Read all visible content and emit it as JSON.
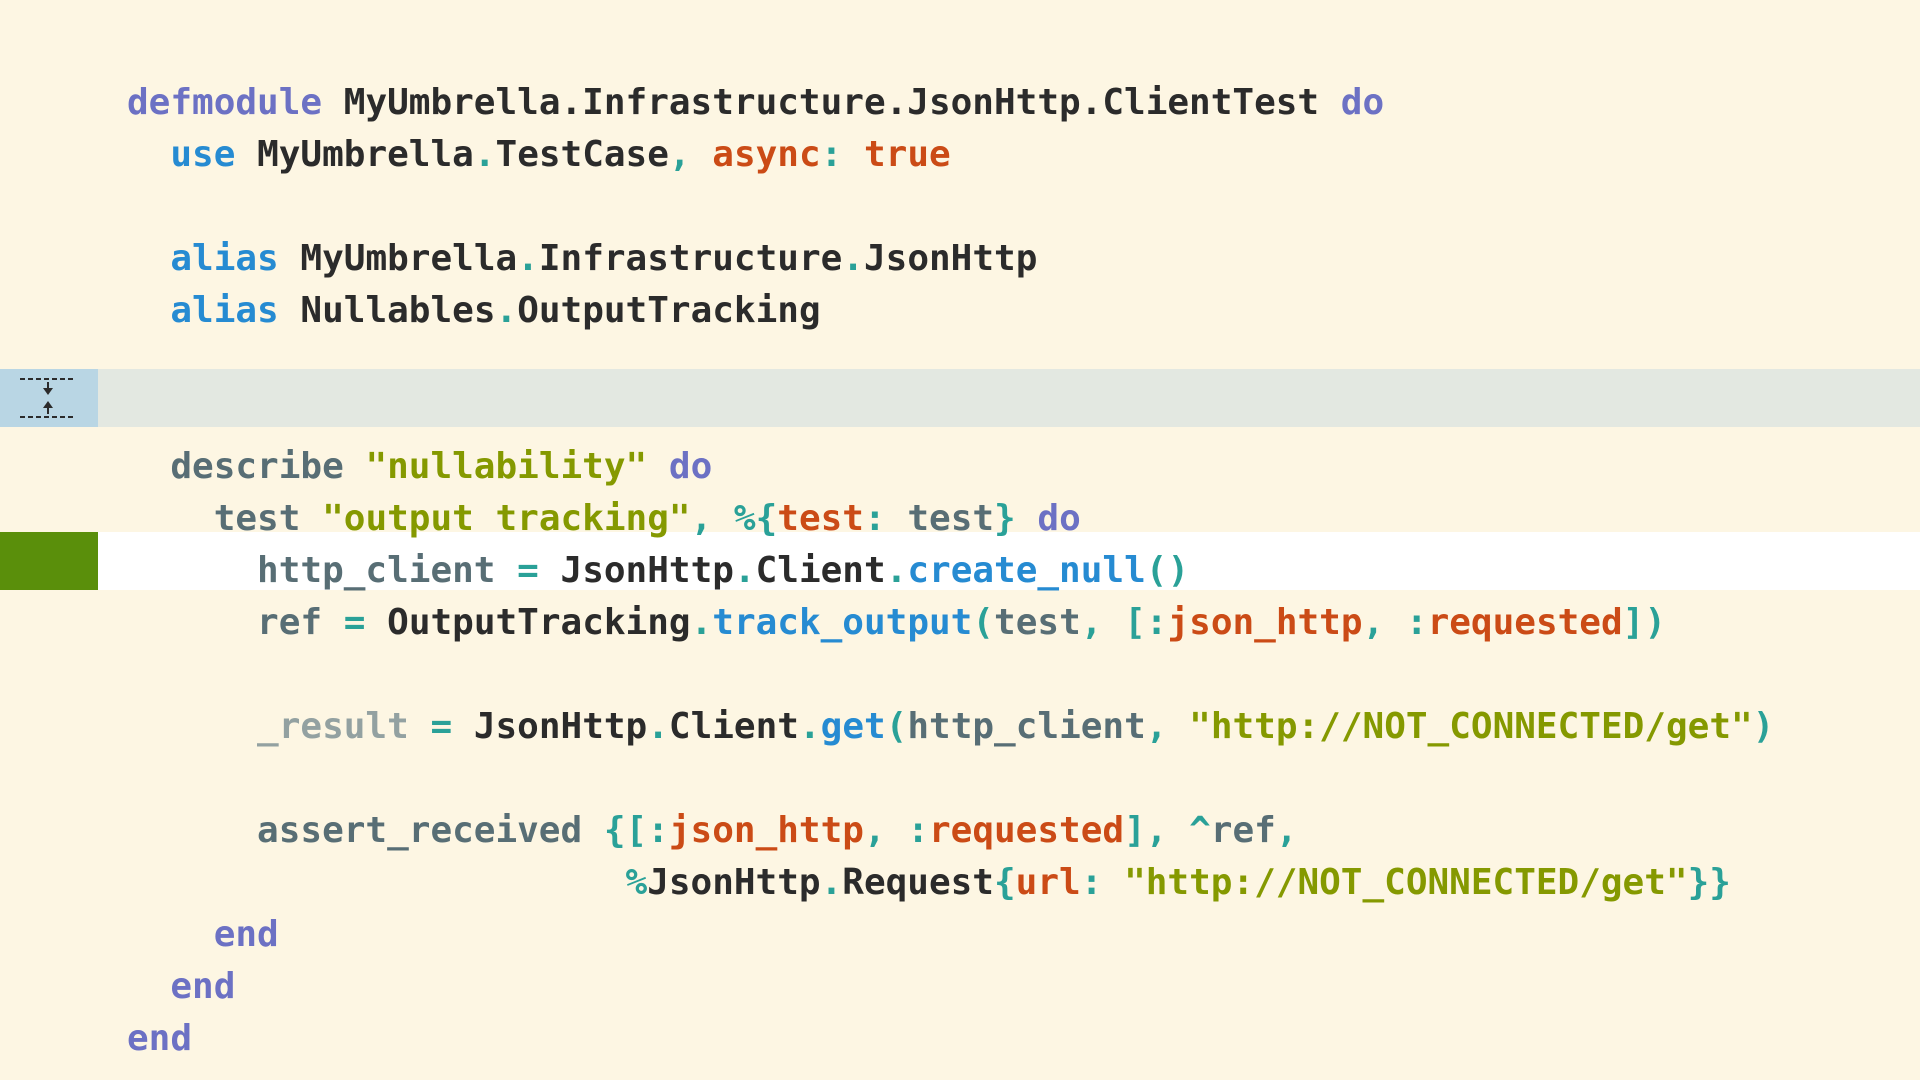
{
  "editor": {
    "language": "elixir",
    "lines": [
      {
        "tokens": [
          {
            "t": "defmodule",
            "c": "kw-purple"
          },
          {
            "t": " ",
            "c": "mod"
          },
          {
            "t": "MyUmbrella.Infrastructure.JsonHttp.ClientTest",
            "c": "mod"
          },
          {
            "t": " ",
            "c": "mod"
          },
          {
            "t": "do",
            "c": "kw-purple"
          }
        ]
      },
      {
        "tokens": [
          {
            "t": "  ",
            "c": "mod"
          },
          {
            "t": "use",
            "c": "kw-blue"
          },
          {
            "t": " ",
            "c": "mod"
          },
          {
            "t": "MyUmbrella",
            "c": "mod"
          },
          {
            "t": ".",
            "c": "punct"
          },
          {
            "t": "TestCase",
            "c": "mod"
          },
          {
            "t": ", ",
            "c": "punct"
          },
          {
            "t": "async",
            "c": "atom"
          },
          {
            "t": ": ",
            "c": "punct"
          },
          {
            "t": "true",
            "c": "atom"
          }
        ]
      },
      {
        "tokens": []
      },
      {
        "tokens": [
          {
            "t": "  ",
            "c": "mod"
          },
          {
            "t": "alias",
            "c": "kw-blue"
          },
          {
            "t": " ",
            "c": "mod"
          },
          {
            "t": "MyUmbrella",
            "c": "mod"
          },
          {
            "t": ".",
            "c": "punct"
          },
          {
            "t": "Infrastructure",
            "c": "mod"
          },
          {
            "t": ".",
            "c": "punct"
          },
          {
            "t": "JsonHttp",
            "c": "mod"
          }
        ]
      },
      {
        "tokens": [
          {
            "t": "  ",
            "c": "mod"
          },
          {
            "t": "alias",
            "c": "kw-blue"
          },
          {
            "t": " ",
            "c": "mod"
          },
          {
            "t": "Nullables",
            "c": "mod"
          },
          {
            "t": ".",
            "c": "punct"
          },
          {
            "t": "OutputTracking",
            "c": "mod"
          }
        ]
      },
      {
        "tokens": []
      },
      {
        "tokens": [
          {
            "t": "  ",
            "c": "mod"
          },
          {
            "t": "describe",
            "c": "var"
          },
          {
            "t": " ",
            "c": "mod"
          },
          {
            "t": "\"nullability\"",
            "c": "str"
          },
          {
            "t": " ",
            "c": "mod"
          },
          {
            "t": "do",
            "c": "kw-purple"
          }
        ]
      },
      {
        "tokens": [
          {
            "t": "    ",
            "c": "mod"
          },
          {
            "t": "test",
            "c": "var"
          },
          {
            "t": " ",
            "c": "mod"
          },
          {
            "t": "\"output tracking\"",
            "c": "str"
          },
          {
            "t": ", ",
            "c": "punct"
          },
          {
            "t": "%{",
            "c": "punct"
          },
          {
            "t": "test",
            "c": "atom"
          },
          {
            "t": ": ",
            "c": "punct"
          },
          {
            "t": "test",
            "c": "var"
          },
          {
            "t": "}",
            "c": "punct"
          },
          {
            "t": " ",
            "c": "mod"
          },
          {
            "t": "do",
            "c": "kw-purple"
          }
        ]
      },
      {
        "tokens": [
          {
            "t": "      ",
            "c": "mod"
          },
          {
            "t": "http_client",
            "c": "var"
          },
          {
            "t": " ",
            "c": "mod"
          },
          {
            "t": "=",
            "c": "op"
          },
          {
            "t": " ",
            "c": "mod"
          },
          {
            "t": "JsonHttp",
            "c": "mod"
          },
          {
            "t": ".",
            "c": "punct"
          },
          {
            "t": "Client",
            "c": "mod"
          },
          {
            "t": ".",
            "c": "punct"
          },
          {
            "t": "create_null",
            "c": "fn"
          },
          {
            "t": "()",
            "c": "punct"
          }
        ]
      },
      {
        "tokens": [
          {
            "t": "      ",
            "c": "mod"
          },
          {
            "t": "ref",
            "c": "var"
          },
          {
            "t": " ",
            "c": "mod"
          },
          {
            "t": "=",
            "c": "op"
          },
          {
            "t": " ",
            "c": "mod"
          },
          {
            "t": "OutputTracking",
            "c": "mod"
          },
          {
            "t": ".",
            "c": "punct"
          },
          {
            "t": "track_output",
            "c": "fn"
          },
          {
            "t": "(",
            "c": "punct"
          },
          {
            "t": "test",
            "c": "var"
          },
          {
            "t": ", ",
            "c": "punct"
          },
          {
            "t": "[:",
            "c": "punct"
          },
          {
            "t": "json_http",
            "c": "atom"
          },
          {
            "t": ", :",
            "c": "punct"
          },
          {
            "t": "requested",
            "c": "atom"
          },
          {
            "t": "])",
            "c": "punct"
          }
        ]
      },
      {
        "tokens": []
      },
      {
        "tokens": [
          {
            "t": "      ",
            "c": "mod"
          },
          {
            "t": "_result",
            "c": "ignored"
          },
          {
            "t": " ",
            "c": "mod"
          },
          {
            "t": "=",
            "c": "op"
          },
          {
            "t": " ",
            "c": "mod"
          },
          {
            "t": "JsonHttp",
            "c": "mod"
          },
          {
            "t": ".",
            "c": "punct"
          },
          {
            "t": "Client",
            "c": "mod"
          },
          {
            "t": ".",
            "c": "punct"
          },
          {
            "t": "get",
            "c": "fn"
          },
          {
            "t": "(",
            "c": "punct"
          },
          {
            "t": "http_client",
            "c": "var"
          },
          {
            "t": ", ",
            "c": "punct"
          },
          {
            "t": "\"http://NOT_CONNECTED/get\"",
            "c": "str"
          },
          {
            "t": ")",
            "c": "punct"
          }
        ]
      },
      {
        "tokens": []
      },
      {
        "tokens": [
          {
            "t": "      ",
            "c": "mod"
          },
          {
            "t": "assert_received",
            "c": "var"
          },
          {
            "t": " ",
            "c": "mod"
          },
          {
            "t": "{[:",
            "c": "punct"
          },
          {
            "t": "json_http",
            "c": "atom"
          },
          {
            "t": ", :",
            "c": "punct"
          },
          {
            "t": "requested",
            "c": "atom"
          },
          {
            "t": "], ",
            "c": "punct"
          },
          {
            "t": "^",
            "c": "punct"
          },
          {
            "t": "ref",
            "c": "var"
          },
          {
            "t": ",",
            "c": "punct"
          }
        ]
      },
      {
        "tokens": [
          {
            "t": "                       ",
            "c": "mod"
          },
          {
            "t": "%",
            "c": "punct"
          },
          {
            "t": "JsonHttp",
            "c": "mod"
          },
          {
            "t": ".",
            "c": "punct"
          },
          {
            "t": "Request",
            "c": "mod"
          },
          {
            "t": "{",
            "c": "punct"
          },
          {
            "t": "url",
            "c": "atom"
          },
          {
            "t": ": ",
            "c": "punct"
          },
          {
            "t": "\"http://NOT_CONNECTED/get\"",
            "c": "str"
          },
          {
            "t": "}}",
            "c": "punct"
          }
        ]
      },
      {
        "tokens": [
          {
            "t": "    ",
            "c": "mod"
          },
          {
            "t": "end",
            "c": "kw-purple"
          }
        ]
      },
      {
        "tokens": [
          {
            "t": "  ",
            "c": "mod"
          },
          {
            "t": "end",
            "c": "kw-purple"
          }
        ]
      },
      {
        "tokens": [
          {
            "t": "end",
            "c": "kw-purple"
          }
        ]
      }
    ]
  },
  "colors": {
    "background": "#fdf6e3",
    "fold_band": "#e3e8e1",
    "fold_marker": "#b9d6e4",
    "current_line": "#ffffff",
    "change_marker": "#5a8f0b"
  },
  "icons": {
    "fold": "fold-expand-icon"
  }
}
